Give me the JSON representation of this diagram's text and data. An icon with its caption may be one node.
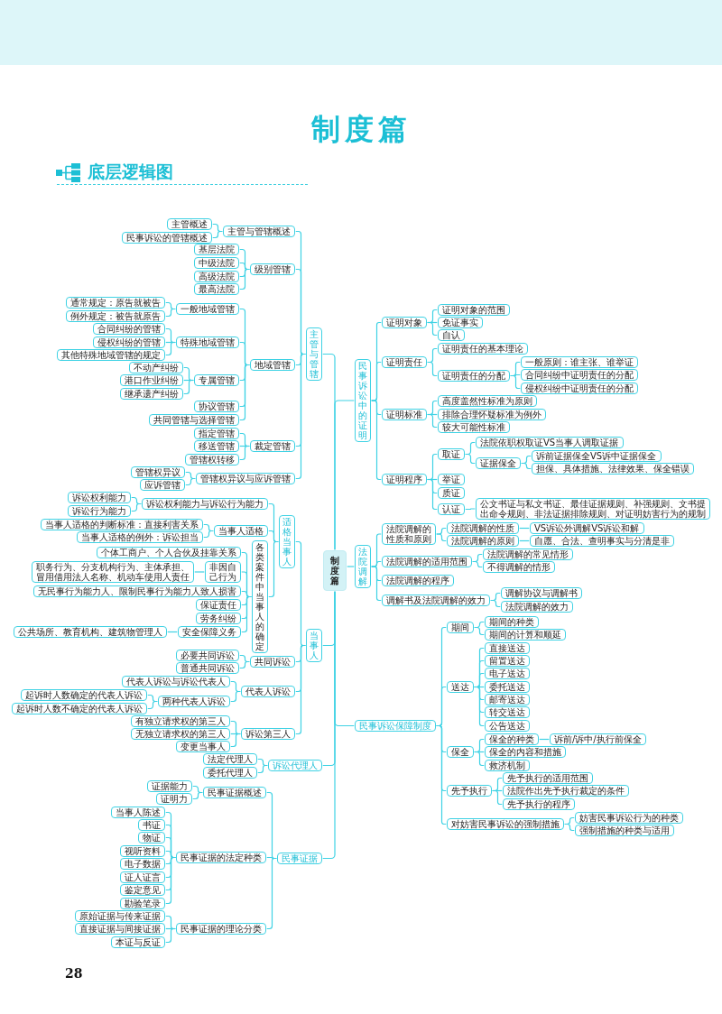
{
  "diagram": {
    "title": "制度篇",
    "nodes": [
      {
        "text": [
          "制度篇"
        ]
      },
      {
        "text": [
          "主管与管辖"
        ]
      },
      {
        "text": [
          "主管与管辖概述"
        ]
      },
      {
        "text": [
          "主管概述"
        ]
      },
      {
        "text": [
          "民事诉讼的管辖概述"
        ]
      },
      {
        "text": [
          "级别管辖"
        ]
      },
      {
        "text": [
          "基层法院"
        ]
      },
      {
        "text": [
          "中级法院"
        ]
      },
      {
        "text": [
          "高级法院"
        ]
      },
      {
        "text": [
          "最高法院"
        ]
      },
      {
        "text": [
          "地域管辖"
        ]
      },
      {
        "text": [
          "一般地域管辖"
        ]
      },
      {
        "text": [
          "通常规定：原告就被告"
        ]
      },
      {
        "text": [
          "例外规定：被告就原告"
        ]
      },
      {
        "text": [
          "特殊地域管辖"
        ]
      },
      {
        "text": [
          "合同纠纷的管辖"
        ]
      },
      {
        "text": [
          "侵权纠纷的管辖"
        ]
      },
      {
        "text": [
          "其他特殊地域管辖的规定"
        ]
      },
      {
        "text": [
          "专属管辖"
        ]
      },
      {
        "text": [
          "不动产纠纷"
        ]
      },
      {
        "text": [
          "港口作业纠纷"
        ]
      },
      {
        "text": [
          "继承遗产纠纷"
        ]
      },
      {
        "text": [
          "协议管辖"
        ]
      },
      {
        "text": [
          "共同管辖与选择管辖"
        ]
      },
      {
        "text": [
          "裁定管辖"
        ]
      },
      {
        "text": [
          "指定管辖"
        ]
      },
      {
        "text": [
          "移送管辖"
        ]
      },
      {
        "text": [
          "管辖权转移"
        ]
      },
      {
        "text": [
          "管辖权异议与应诉管辖"
        ]
      },
      {
        "text": [
          "管辖权异议"
        ]
      },
      {
        "text": [
          "应诉管辖"
        ]
      },
      {
        "text": [
          "当事人"
        ]
      },
      {
        "text": [
          "适格当事人"
        ]
      },
      {
        "text": [
          "诉讼权利能力与诉讼行为能力"
        ]
      },
      {
        "text": [
          "诉讼权利能力"
        ]
      },
      {
        "text": [
          "诉讼行为能力"
        ]
      },
      {
        "text": [
          "当事人适格"
        ]
      },
      {
        "text": [
          "当事人适格的判断标准：直接利害关系"
        ]
      },
      {
        "text": [
          "当事人适格的例外：诉讼担当"
        ]
      },
      {
        "text": [
          "各类案件中当事人的确定"
        ]
      },
      {
        "text": [
          "个体工商户、个人合伙及挂靠关系"
        ]
      },
      {
        "text": [
          "非因自己行为"
        ]
      },
      {
        "text": [
          "职务行为、分支机构行为、主体承担、冒用借用法人名称、机动车使用人责任"
        ]
      },
      {
        "text": [
          "无民事行为能力人、限制民事行为能力人致人损害"
        ]
      },
      {
        "text": [
          "保证责任"
        ]
      },
      {
        "text": [
          "劳务纠纷"
        ]
      },
      {
        "text": [
          "安全保障义务"
        ]
      },
      {
        "text": [
          "公共场所、教育机构、建筑物管理人"
        ]
      },
      {
        "text": [
          "共同诉讼"
        ]
      },
      {
        "text": [
          "必要共同诉讼"
        ]
      },
      {
        "text": [
          "普通共同诉讼"
        ]
      },
      {
        "text": [
          "代表人诉讼"
        ]
      },
      {
        "text": [
          "代表人诉讼与诉讼代表人"
        ]
      },
      {
        "text": [
          "两种代表人诉讼"
        ]
      },
      {
        "text": [
          "起诉时人数确定的代表人诉讼"
        ]
      },
      {
        "text": [
          "起诉时人数不确定的代表人诉讼"
        ]
      },
      {
        "text": [
          "诉讼第三人"
        ]
      },
      {
        "text": [
          "有独立请求权的第三人"
        ]
      },
      {
        "text": [
          "无独立请求权的第三人"
        ]
      },
      {
        "text": [
          "变更当事人"
        ]
      },
      {
        "text": [
          "诉讼代理人"
        ]
      },
      {
        "text": [
          "法定代理人"
        ]
      },
      {
        "text": [
          "委托代理人"
        ]
      },
      {
        "text": [
          "民事证据"
        ]
      },
      {
        "text": [
          "民事证据概述"
        ]
      },
      {
        "text": [
          "证据能力"
        ]
      },
      {
        "text": [
          "证明力"
        ]
      },
      {
        "text": [
          "民事证据的法定种类"
        ]
      },
      {
        "text": [
          "当事人陈述"
        ]
      },
      {
        "text": [
          "书证"
        ]
      },
      {
        "text": [
          "物证"
        ]
      },
      {
        "text": [
          "视听资料"
        ]
      },
      {
        "text": [
          "电子数据"
        ]
      },
      {
        "text": [
          "证人证言"
        ]
      },
      {
        "text": [
          "鉴定意见"
        ]
      },
      {
        "text": [
          "勘验笔录"
        ]
      },
      {
        "text": [
          "民事证据的理论分类"
        ]
      },
      {
        "text": [
          "原始证据与传来证据"
        ]
      },
      {
        "text": [
          "直接证据与间接证据"
        ]
      },
      {
        "text": [
          "本证与反证"
        ]
      },
      {
        "text": [
          "民事诉讼中的证明"
        ]
      },
      {
        "text": [
          "证明对象"
        ]
      },
      {
        "text": [
          "证明对象的范围"
        ]
      },
      {
        "text": [
          "免证事实"
        ]
      },
      {
        "text": [
          "自认"
        ]
      },
      {
        "text": [
          "证明责任"
        ]
      },
      {
        "text": [
          "证明责任的基本理论"
        ]
      },
      {
        "text": [
          "证明责任的分配"
        ]
      },
      {
        "text": [
          "一般原则：谁主张、谁举证"
        ]
      },
      {
        "text": [
          "合同纠纷中证明责任的分配"
        ]
      },
      {
        "text": [
          "侵权纠纷中证明责任的分配"
        ]
      },
      {
        "text": [
          "证明标准"
        ]
      },
      {
        "text": [
          "高度盖然性标准为原则"
        ]
      },
      {
        "text": [
          "排除合理怀疑标准为例外"
        ]
      },
      {
        "text": [
          "较大可能性标准"
        ]
      },
      {
        "text": [
          "证明程序"
        ]
      },
      {
        "text": [
          "取证"
        ]
      },
      {
        "text": [
          "法院依职权取证VS当事人调取证据"
        ]
      },
      {
        "text": [
          "证据保全"
        ]
      },
      {
        "text": [
          "诉前证据保全VS诉中证据保全"
        ]
      },
      {
        "text": [
          "担保、具体措施、法律效果、保全错误"
        ]
      },
      {
        "text": [
          "举证"
        ]
      },
      {
        "text": [
          "质证"
        ]
      },
      {
        "text": [
          "认证"
        ]
      },
      {
        "text": [
          "公文书证与私文书证、最佳证据规则、补强规则、文书提出命令规则、非法证据排除规则、对证明妨害行为的规制"
        ]
      },
      {
        "text": [
          "法院调解"
        ]
      },
      {
        "text": [
          "法院调解的性质和原则"
        ]
      },
      {
        "text": [
          "法院调解的性质"
        ]
      },
      {
        "text": [
          "VS诉讼外调解VS诉讼和解"
        ]
      },
      {
        "text": [
          "法院调解的原则"
        ]
      },
      {
        "text": [
          "自愿、合法、查明事实与分清是非"
        ]
      },
      {
        "text": [
          "法院调解的适用范围"
        ]
      },
      {
        "text": [
          "法院调解的常见情形"
        ]
      },
      {
        "text": [
          "不得调解的情形"
        ]
      },
      {
        "text": [
          "法院调解的程序"
        ]
      },
      {
        "text": [
          "调解书及法院调解的效力"
        ]
      },
      {
        "text": [
          "调解协议与调解书"
        ]
      },
      {
        "text": [
          "法院调解的效力"
        ]
      },
      {
        "text": [
          "民事诉讼保障制度"
        ]
      },
      {
        "text": [
          "期间"
        ]
      },
      {
        "text": [
          "期间的种类"
        ]
      },
      {
        "text": [
          "期间的计算和顺延"
        ]
      },
      {
        "text": [
          "送达"
        ]
      },
      {
        "text": [
          "直接送达"
        ]
      },
      {
        "text": [
          "留置送达"
        ]
      },
      {
        "text": [
          "电子送达"
        ]
      },
      {
        "text": [
          "委托送达"
        ]
      },
      {
        "text": [
          "邮寄送达"
        ]
      },
      {
        "text": [
          "转交送达"
        ]
      },
      {
        "text": [
          "公告送达"
        ]
      },
      {
        "text": [
          "保全"
        ]
      },
      {
        "text": [
          "保全的种类"
        ]
      },
      {
        "text": [
          "诉前/诉中/执行前保全"
        ]
      },
      {
        "text": [
          "保全的内容和措施"
        ]
      },
      {
        "text": [
          "救济机制"
        ]
      },
      {
        "text": [
          "先予执行"
        ]
      },
      {
        "text": [
          "先予执行的适用范围"
        ]
      },
      {
        "text": [
          "法院作出先予执行裁定的条件"
        ]
      },
      {
        "text": [
          "先予执行的程序"
        ]
      },
      {
        "text": [
          "对妨害民事诉讼的强制措施"
        ]
      },
      {
        "text": [
          "妨害民事诉讼行为的种类"
        ]
      },
      {
        "text": [
          "强制措施的种类与适用"
        ]
      }
    ],
    "edges": [
      {
        "from": 0,
        "to": 1,
        "arrow": "none"
      },
      {
        "from": 1,
        "to": 2,
        "arrow": "none"
      },
      {
        "from": 2,
        "to": 3,
        "arrow": "none"
      },
      {
        "from": 2,
        "to": 4,
        "arrow": "none"
      },
      {
        "from": 1,
        "to": 5,
        "arrow": "none"
      },
      {
        "from": 5,
        "to": 6,
        "arrow": "none"
      },
      {
        "from": 5,
        "to": 7,
        "arrow": "none"
      },
      {
        "from": 5,
        "to": 8,
        "arrow": "none"
      },
      {
        "from": 5,
        "to": 9,
        "arrow": "none"
      },
      {
        "from": 1,
        "to": 10,
        "arrow": "none"
      },
      {
        "from": 10,
        "to": 11,
        "arrow": "none"
      },
      {
        "from": 11,
        "to": 12,
        "arrow": "none"
      },
      {
        "from": 11,
        "to": 13,
        "arrow": "none"
      },
      {
        "from": 10,
        "to": 14,
        "arrow": "none"
      },
      {
        "from": 14,
        "to": 15,
        "arrow": "none"
      },
      {
        "from": 14,
        "to": 16,
        "arrow": "none"
      },
      {
        "from": 14,
        "to": 17,
        "arrow": "none"
      },
      {
        "from": 10,
        "to": 18,
        "arrow": "none"
      },
      {
        "from": 18,
        "to": 19,
        "arrow": "none"
      },
      {
        "from": 18,
        "to": 20,
        "arrow": "none"
      },
      {
        "from": 18,
        "to": 21,
        "arrow": "none"
      },
      {
        "from": 10,
        "to": 22,
        "arrow": "none"
      },
      {
        "from": 10,
        "to": 23,
        "arrow": "none"
      },
      {
        "from": 1,
        "to": 24,
        "arrow": "none"
      },
      {
        "from": 24,
        "to": 25,
        "arrow": "none"
      },
      {
        "from": 24,
        "to": 26,
        "arrow": "none"
      },
      {
        "from": 24,
        "to": 27,
        "arrow": "none"
      },
      {
        "from": 1,
        "to": 28,
        "arrow": "none"
      },
      {
        "from": 28,
        "to": 29,
        "arrow": "none"
      },
      {
        "from": 28,
        "to": 30,
        "arrow": "none"
      },
      {
        "from": 0,
        "to": 31,
        "arrow": "none"
      },
      {
        "from": 31,
        "to": 32,
        "arrow": "none"
      },
      {
        "from": 32,
        "to": 33,
        "arrow": "none"
      },
      {
        "from": 33,
        "to": 34,
        "arrow": "none"
      },
      {
        "from": 33,
        "to": 35,
        "arrow": "none"
      },
      {
        "from": 32,
        "to": 36,
        "arrow": "none"
      },
      {
        "from": 36,
        "to": 37,
        "arrow": "none"
      },
      {
        "from": 36,
        "to": 38,
        "arrow": "none"
      },
      {
        "from": 32,
        "to": 39,
        "arrow": "none"
      },
      {
        "from": 39,
        "to": 40,
        "arrow": "none"
      },
      {
        "from": 39,
        "to": 41,
        "arrow": "none"
      },
      {
        "from": 41,
        "to": 42,
        "arrow": "none"
      },
      {
        "from": 39,
        "to": 43,
        "arrow": "none"
      },
      {
        "from": 39,
        "to": 44,
        "arrow": "none"
      },
      {
        "from": 39,
        "to": 45,
        "arrow": "none"
      },
      {
        "from": 39,
        "to": 46,
        "arrow": "none"
      },
      {
        "from": 46,
        "to": 47,
        "arrow": "none"
      },
      {
        "from": 31,
        "to": 48,
        "arrow": "none"
      },
      {
        "from": 48,
        "to": 49,
        "arrow": "none"
      },
      {
        "from": 48,
        "to": 50,
        "arrow": "none"
      },
      {
        "from": 31,
        "to": 51,
        "arrow": "none"
      },
      {
        "from": 51,
        "to": 52,
        "arrow": "none"
      },
      {
        "from": 51,
        "to": 53,
        "arrow": "none"
      },
      {
        "from": 53,
        "to": 54,
        "arrow": "none"
      },
      {
        "from": 53,
        "to": 55,
        "arrow": "none"
      },
      {
        "from": 31,
        "to": 56,
        "arrow": "none"
      },
      {
        "from": 56,
        "to": 57,
        "arrow": "none"
      },
      {
        "from": 56,
        "to": 58,
        "arrow": "none"
      },
      {
        "from": 56,
        "to": 59,
        "arrow": "none"
      },
      {
        "from": 0,
        "to": 60,
        "arrow": "none"
      },
      {
        "from": 60,
        "to": 61,
        "arrow": "none"
      },
      {
        "from": 60,
        "to": 62,
        "arrow": "none"
      },
      {
        "from": 0,
        "to": 63,
        "arrow": "none"
      },
      {
        "from": 63,
        "to": 64,
        "arrow": "none"
      },
      {
        "from": 64,
        "to": 65,
        "arrow": "none"
      },
      {
        "from": 64,
        "to": 66,
        "arrow": "none"
      },
      {
        "from": 63,
        "to": 67,
        "arrow": "none"
      },
      {
        "from": 67,
        "to": 68,
        "arrow": "none"
      },
      {
        "from": 67,
        "to": 69,
        "arrow": "none"
      },
      {
        "from": 67,
        "to": 70,
        "arrow": "none"
      },
      {
        "from": 67,
        "to": 71,
        "arrow": "none"
      },
      {
        "from": 67,
        "to": 72,
        "arrow": "none"
      },
      {
        "from": 67,
        "to": 73,
        "arrow": "none"
      },
      {
        "from": 67,
        "to": 74,
        "arrow": "none"
      },
      {
        "from": 67,
        "to": 75,
        "arrow": "none"
      },
      {
        "from": 63,
        "to": 76,
        "arrow": "none"
      },
      {
        "from": 76,
        "to": 77,
        "arrow": "none"
      },
      {
        "from": 76,
        "to": 78,
        "arrow": "none"
      },
      {
        "from": 76,
        "to": 79,
        "arrow": "none"
      },
      {
        "from": 0,
        "to": 80,
        "arrow": "none"
      },
      {
        "from": 80,
        "to": 81,
        "arrow": "none"
      },
      {
        "from": 81,
        "to": 82,
        "arrow": "none"
      },
      {
        "from": 81,
        "to": 83,
        "arrow": "none"
      },
      {
        "from": 81,
        "to": 84,
        "arrow": "none"
      },
      {
        "from": 80,
        "to": 85,
        "arrow": "none"
      },
      {
        "from": 85,
        "to": 86,
        "arrow": "none"
      },
      {
        "from": 85,
        "to": 87,
        "arrow": "none"
      },
      {
        "from": 87,
        "to": 88,
        "arrow": "none"
      },
      {
        "from": 87,
        "to": 89,
        "arrow": "none"
      },
      {
        "from": 87,
        "to": 90,
        "arrow": "none"
      },
      {
        "from": 80,
        "to": 91,
        "arrow": "none"
      },
      {
        "from": 91,
        "to": 92,
        "arrow": "none"
      },
      {
        "from": 91,
        "to": 93,
        "arrow": "none"
      },
      {
        "from": 91,
        "to": 94,
        "arrow": "none"
      },
      {
        "from": 80,
        "to": 95,
        "arrow": "none"
      },
      {
        "from": 95,
        "to": 96,
        "arrow": "none"
      },
      {
        "from": 96,
        "to": 97,
        "arrow": "none"
      },
      {
        "from": 96,
        "to": 98,
        "arrow": "none"
      },
      {
        "from": 98,
        "to": 99,
        "arrow": "none"
      },
      {
        "from": 98,
        "to": 100,
        "arrow": "none"
      },
      {
        "from": 95,
        "to": 101,
        "arrow": "none"
      },
      {
        "from": 95,
        "to": 102,
        "arrow": "none"
      },
      {
        "from": 95,
        "to": 103,
        "arrow": "none"
      },
      {
        "from": 103,
        "to": 104,
        "arrow": "none"
      },
      {
        "from": 0,
        "to": 105,
        "arrow": "none"
      },
      {
        "from": 105,
        "to": 106,
        "arrow": "none"
      },
      {
        "from": 106,
        "to": 107,
        "arrow": "none"
      },
      {
        "from": 107,
        "to": 108,
        "arrow": "none"
      },
      {
        "from": 106,
        "to": 109,
        "arrow": "none"
      },
      {
        "from": 109,
        "to": 110,
        "arrow": "none"
      },
      {
        "from": 105,
        "to": 111,
        "arrow": "none"
      },
      {
        "from": 111,
        "to": 112,
        "arrow": "none"
      },
      {
        "from": 111,
        "to": 113,
        "arrow": "none"
      },
      {
        "from": 105,
        "to": 114,
        "arrow": "none"
      },
      {
        "from": 105,
        "to": 115,
        "arrow": "none"
      },
      {
        "from": 115,
        "to": 116,
        "arrow": "none"
      },
      {
        "from": 115,
        "to": 117,
        "arrow": "none"
      },
      {
        "from": 0,
        "to": 118,
        "arrow": "none"
      },
      {
        "from": 118,
        "to": 119,
        "arrow": "none"
      },
      {
        "from": 119,
        "to": 120,
        "arrow": "none"
      },
      {
        "from": 119,
        "to": 121,
        "arrow": "none"
      },
      {
        "from": 118,
        "to": 122,
        "arrow": "none"
      },
      {
        "from": 122,
        "to": 123,
        "arrow": "none"
      },
      {
        "from": 122,
        "to": 124,
        "arrow": "none"
      },
      {
        "from": 122,
        "to": 125,
        "arrow": "none"
      },
      {
        "from": 122,
        "to": 126,
        "arrow": "none"
      },
      {
        "from": 122,
        "to": 127,
        "arrow": "none"
      },
      {
        "from": 122,
        "to": 128,
        "arrow": "none"
      },
      {
        "from": 122,
        "to": 129,
        "arrow": "none"
      },
      {
        "from": 118,
        "to": 130,
        "arrow": "none"
      },
      {
        "from": 130,
        "to": 131,
        "arrow": "none"
      },
      {
        "from": 131,
        "to": 132,
        "arrow": "none"
      },
      {
        "from": 130,
        "to": 133,
        "arrow": "none"
      },
      {
        "from": 130,
        "to": 134,
        "arrow": "none"
      },
      {
        "from": 118,
        "to": 135,
        "arrow": "none"
      },
      {
        "from": 135,
        "to": 136,
        "arrow": "none"
      },
      {
        "from": 135,
        "to": 137,
        "arrow": "none"
      },
      {
        "from": 135,
        "to": 138,
        "arrow": "none"
      },
      {
        "from": 118,
        "to": 139,
        "arrow": "none"
      },
      {
        "from": 139,
        "to": 140,
        "arrow": "none"
      },
      {
        "from": 139,
        "to": 141,
        "arrow": "none"
      }
    ],
    "labels": [
      "底层逻辑图",
      "28"
    ]
  }
}
